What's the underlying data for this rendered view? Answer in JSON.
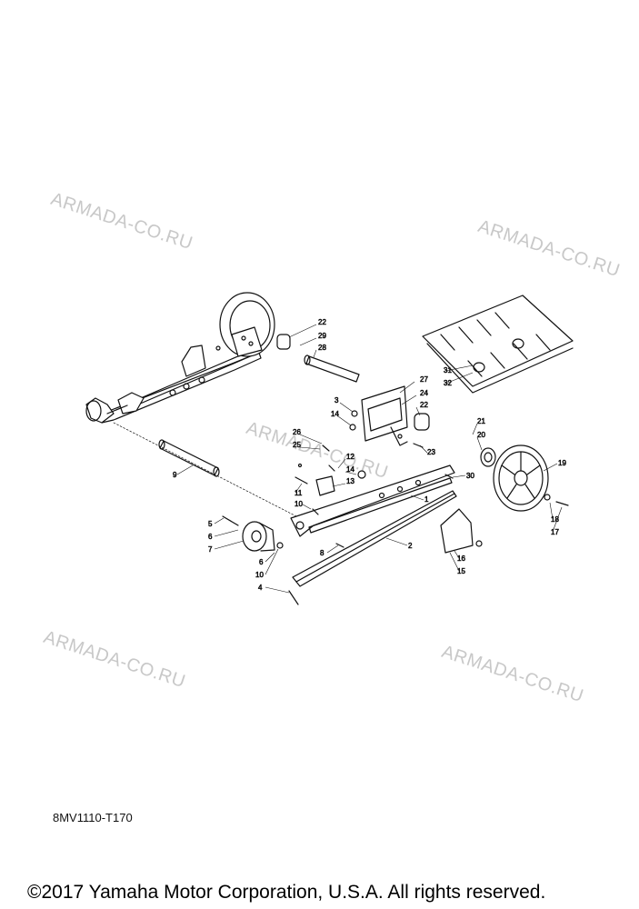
{
  "watermarks": [
    "ARMADA-CO.RU",
    "ARMADA-CO.RU",
    "ARMADA-CO.RU",
    "ARMADA-CO.RU",
    "ARMADA-CO.RU"
  ],
  "callouts": [
    "22",
    "29",
    "28",
    "3",
    "27",
    "24",
    "22",
    "14",
    "26",
    "25",
    "21",
    "20",
    "23",
    "30",
    "19",
    "12",
    "14",
    "13",
    "11",
    "10",
    "9",
    "31",
    "32",
    "1",
    "2",
    "5",
    "6",
    "7",
    "6",
    "10",
    "4",
    "8",
    "16",
    "15",
    "18",
    "17"
  ],
  "diagram_code": "8MV1110-T170",
  "copyright": "©2017 Yamaha Motor Corporation, U.S.A. All rights reserved."
}
